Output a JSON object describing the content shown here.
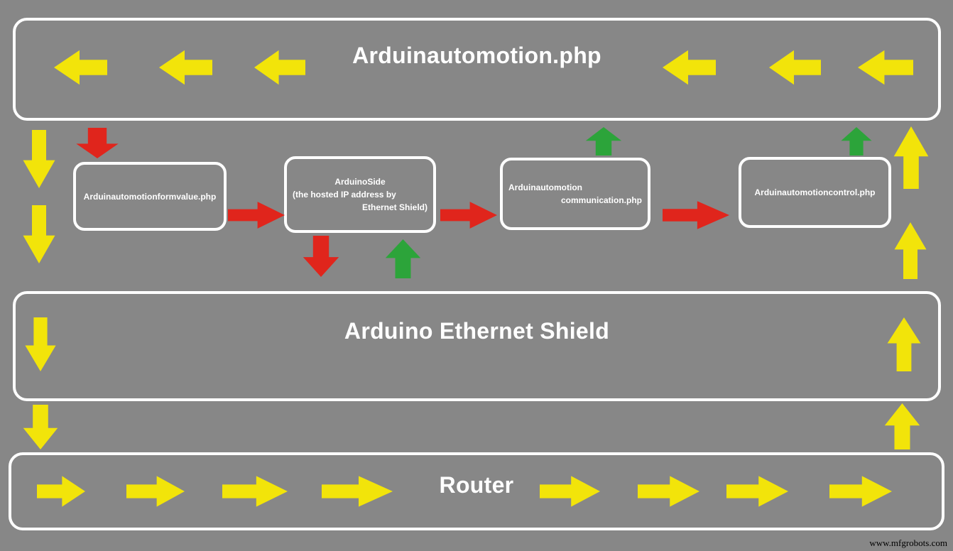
{
  "colors": {
    "background": "#878787",
    "yellow": "#f2e40a",
    "red": "#e0251c",
    "green": "#2ca43a",
    "box_border": "#ffffff",
    "text": "#ffffff"
  },
  "top_box": {
    "title": "Arduinautomotion.php"
  },
  "middle_boxes": [
    {
      "lines": [
        "Arduinautomotionformvalue.php"
      ]
    },
    {
      "lines": [
        "ArduinoSide",
        "(the hosted IP address by",
        "Ethernet Shield)"
      ]
    },
    {
      "lines": [
        "Arduinautomotion",
        "communication.php"
      ]
    },
    {
      "lines": [
        "Arduinautomotioncontrol.php"
      ]
    }
  ],
  "ethernet_box": {
    "title": "Arduino Ethernet Shield"
  },
  "router_box": {
    "title": "Router"
  },
  "watermark": "www.mfgrobots.com"
}
